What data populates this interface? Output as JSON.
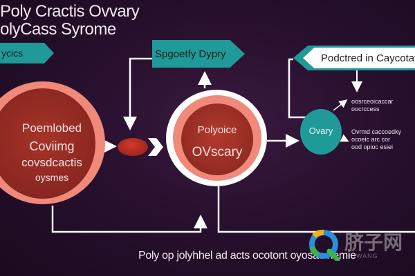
{
  "title": {
    "line1": "Poly Cractis Ovvary",
    "line2": "olyCass Syrome"
  },
  "banners": {
    "left": "ycics",
    "middle": "Spgoetfy Dypry",
    "right": "Podctred in Caycotay"
  },
  "left_circle": {
    "line1": "Poemlobed",
    "line2": "Coviimg",
    "line3": "covsdcactis",
    "line4": "oysmes"
  },
  "center_circle": {
    "line1": "Polyoice",
    "line2": "OVscary"
  },
  "right_circle": {
    "label": "Ovary"
  },
  "notes": {
    "top": [
      "oosrceoicaccar",
      "oocrccess"
    ],
    "bottom": [
      "Ovrmd caccoedky",
      "ocoeic arc cor",
      "ood opioc esiei"
    ]
  },
  "bottom_text": "Poly op jolyhhel ad acts ocotont oyosac hemie",
  "watermark": {
    "name": "脐子网",
    "sub": "HUWANG"
  },
  "colors": {
    "background": "#28102e",
    "teal": "#1f9a98",
    "salmon": "#f0897a",
    "deep_red": "#902a22",
    "white": "#ffffff"
  }
}
